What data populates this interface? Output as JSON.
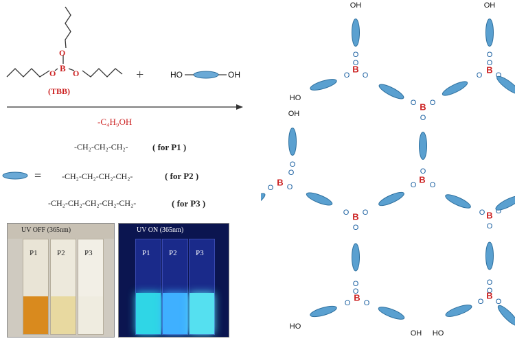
{
  "reaction": {
    "tbb_label": "(TBB)",
    "plus": "+",
    "ho": "HO",
    "oh": "OH",
    "byproduct": "-C₄H₉OH",
    "boron": "B",
    "oxygen": "O"
  },
  "linkers": {
    "equals": "=",
    "p1_chain": "-CH₂-CH₂-CH₂-",
    "p1_label": "( for P1 )",
    "p2_chain": "-CH₂-CH₂-CH₂-CH₂-",
    "p2_label": "( for P2 )",
    "p3_chain": "-CH₂-CH₂-CH₂-CH₂-CH₂-",
    "p3_label": "( for P3 )"
  },
  "photos": {
    "uv_off_title": "UV OFF (365nm)",
    "uv_on_title": "UV ON (365nm)",
    "samples": [
      "P1",
      "P2",
      "P3"
    ],
    "uv_off_colors": [
      "#d98a1e",
      "#e8d9a0",
      "#efece0"
    ],
    "uv_on_colors": [
      "#2fd6e6",
      "#3fb0ff",
      "#55e0f0"
    ]
  },
  "network": {
    "boron_label": "B",
    "oxygen_label": "O",
    "ho_label": "HO",
    "oh_label": "OH",
    "bond_color": "#5aa0d0",
    "boron_color": "#cc2222",
    "oxygen_color": "#1a5fa0"
  }
}
